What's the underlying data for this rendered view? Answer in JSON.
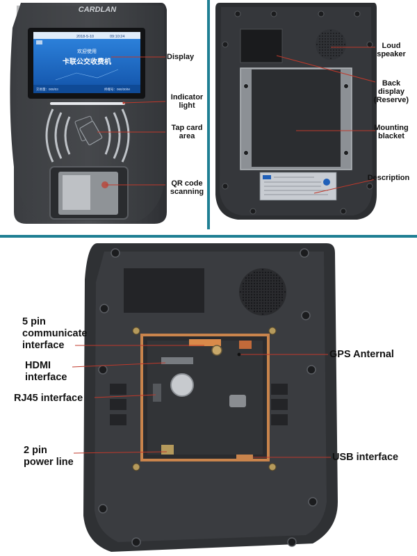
{
  "front": {
    "brand": "CARDLAN",
    "screen": {
      "date": "2018-5-10",
      "time": "09:10:24",
      "welcome": "欢迎使用",
      "title": "卡联公交收费机",
      "left_info": "交易量：000/03",
      "right_info": "终端号：060/30/M"
    },
    "callouts": {
      "display": "Display",
      "indicator": [
        "Indicator",
        "light"
      ],
      "tap": [
        "Tap card",
        "area"
      ],
      "qr": [
        "QR code",
        "scanning"
      ]
    }
  },
  "back": {
    "callouts": {
      "speaker": [
        "Loud",
        "speaker"
      ],
      "back_display": [
        "Back",
        "display",
        "(Reserve)"
      ],
      "mounting": [
        "Mounting",
        "blacket"
      ],
      "description": "Description"
    }
  },
  "interior": {
    "callouts": {
      "five_pin": [
        "5 pin",
        "communicate",
        "interface"
      ],
      "hdmi": [
        "HDMI",
        "interface"
      ],
      "rj45": "RJ45 interface",
      "two_pin": [
        "2 pin",
        "power line"
      ],
      "gps": "GPS Anternal",
      "usb": "USB interface"
    }
  },
  "colors": {
    "divider": "#1f7f93",
    "leader_line": "#c0392b",
    "body_dark": "#2b2d30",
    "screen_blue": "#1a66c2"
  }
}
